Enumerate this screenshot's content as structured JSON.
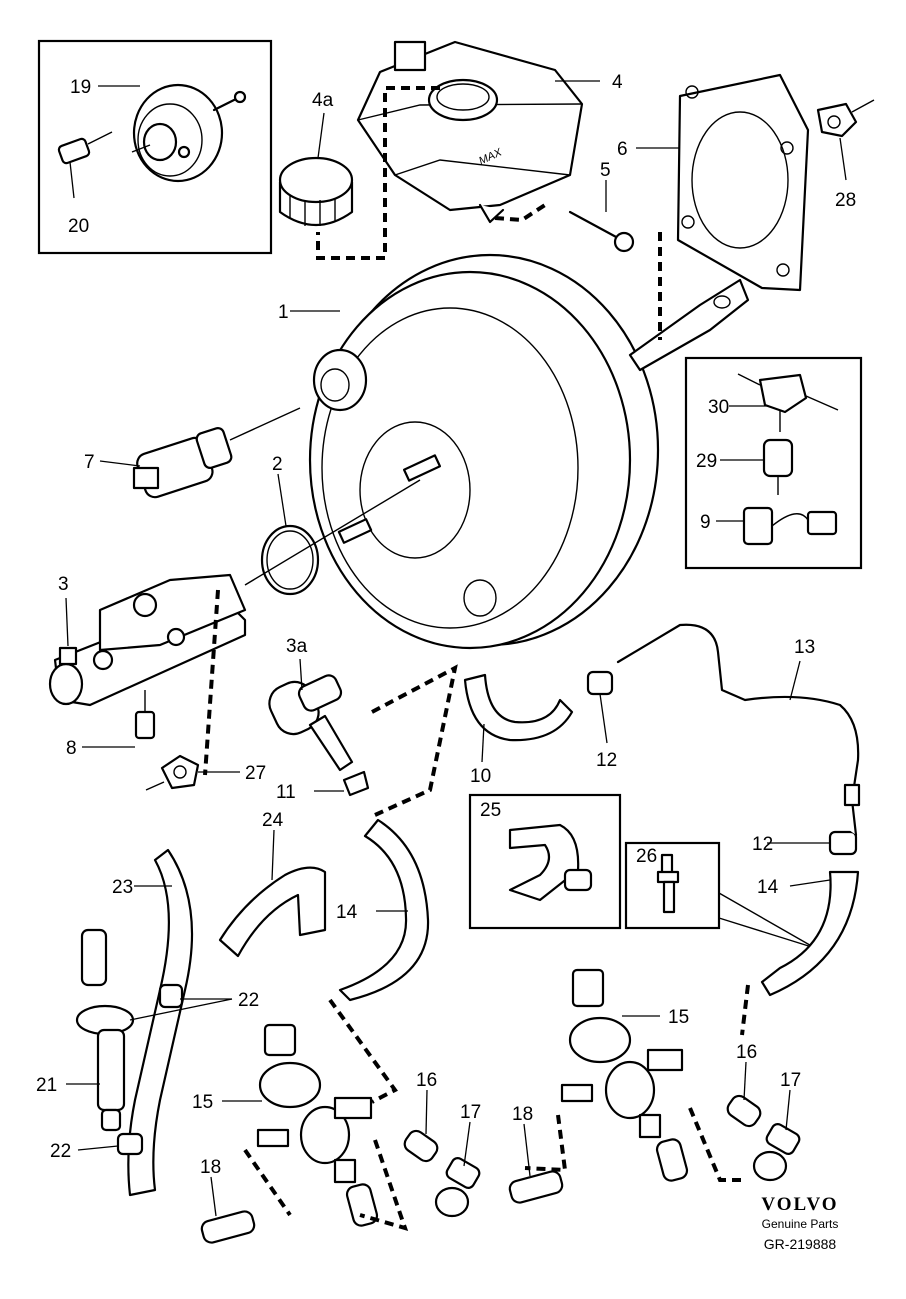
{
  "callouts": {
    "c1": "1",
    "c2": "2",
    "c3": "3",
    "c3a": "3a",
    "c4": "4",
    "c4a": "4a",
    "c5": "5",
    "c6": "6",
    "c7": "7",
    "c8": "8",
    "c9": "9",
    "c10": "10",
    "c11": "11",
    "c12a": "12",
    "c12b": "12",
    "c13": "13",
    "c14a": "14",
    "c14b": "14",
    "c15a": "15",
    "c15b": "15",
    "c16a": "16",
    "c16b": "16",
    "c17a": "17",
    "c17b": "17",
    "c18a": "18",
    "c18b": "18",
    "c19": "19",
    "c20": "20",
    "c21": "21",
    "c22a": "22",
    "c22b": "22",
    "c23": "23",
    "c24": "24",
    "c25": "25",
    "c26": "26",
    "c27": "27",
    "c28": "28",
    "c29": "29",
    "c30": "30"
  },
  "reservoir_marking": "MAX",
  "brand": {
    "name": "VOLVO",
    "tagline": "Genuine Parts",
    "drawing_number": "GR-219888"
  }
}
